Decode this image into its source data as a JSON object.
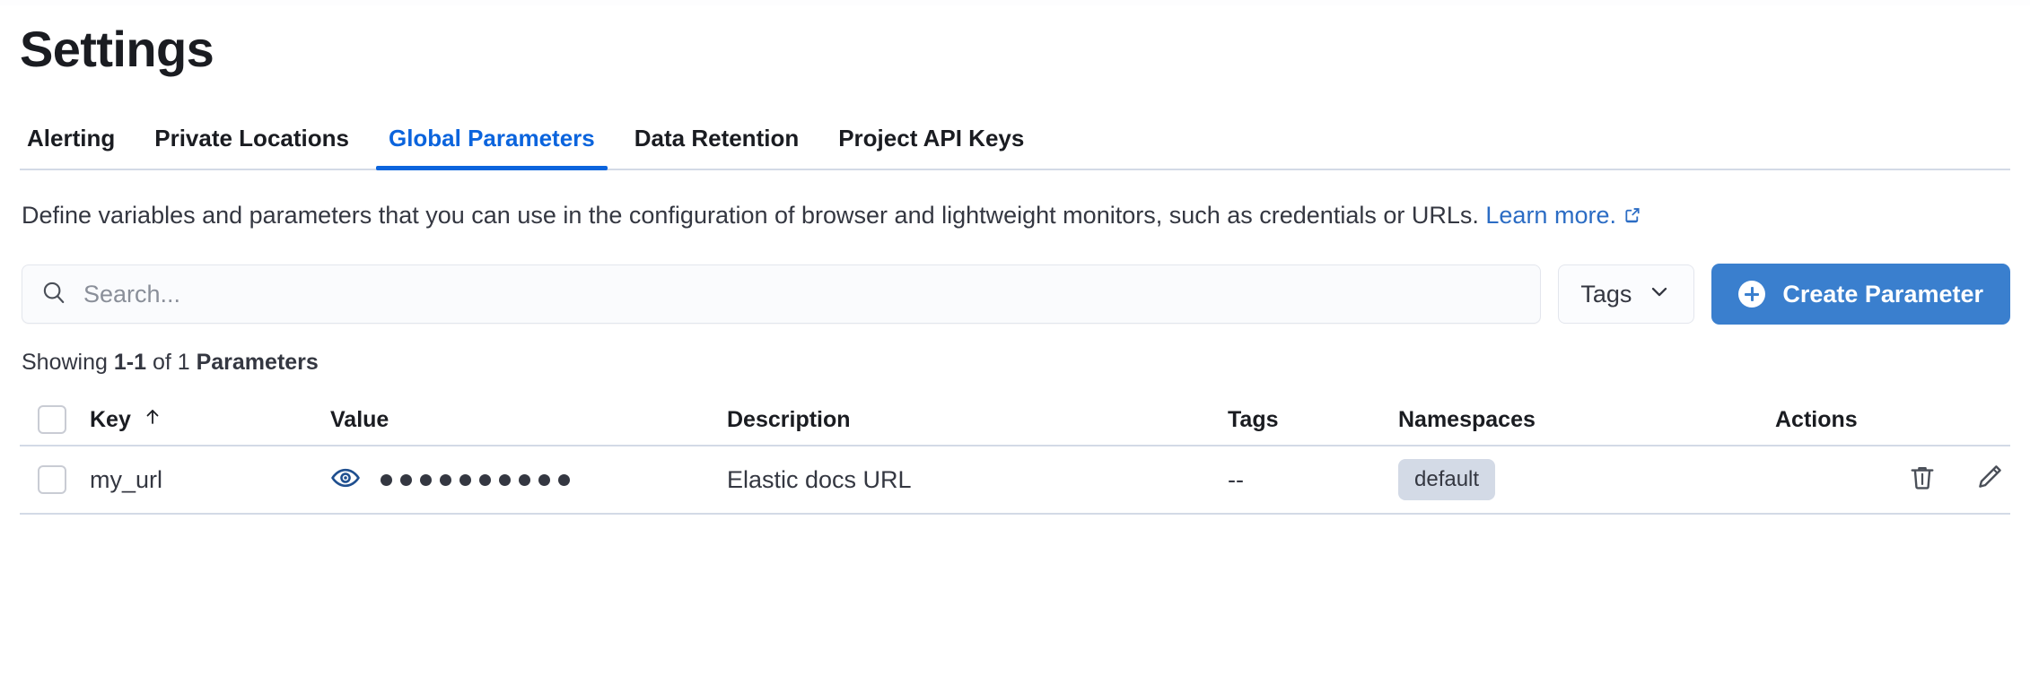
{
  "header": {
    "title": "Settings"
  },
  "tabs": [
    {
      "label": "Alerting",
      "selected": false
    },
    {
      "label": "Private Locations",
      "selected": false
    },
    {
      "label": "Global Parameters",
      "selected": true
    },
    {
      "label": "Data Retention",
      "selected": false
    },
    {
      "label": "Project API Keys",
      "selected": false
    }
  ],
  "description": {
    "text": "Define variables and parameters that you can use in the configuration of browser and lightweight monitors, such as credentials or URLs.",
    "link_text": "Learn more.",
    "link_icon": "external-link-icon"
  },
  "controls": {
    "search": {
      "icon": "search-icon",
      "placeholder": "Search...",
      "value": ""
    },
    "tags_filter": {
      "label": "Tags",
      "icon": "chevron-down-icon"
    },
    "create_button": {
      "label": "Create Parameter",
      "icon": "plus-circle-icon"
    }
  },
  "results": {
    "showing_prefix": "Showing ",
    "range": "1-1",
    "of_text": " of 1 ",
    "entity": "Parameters"
  },
  "table": {
    "columns": [
      {
        "key": "select",
        "label": ""
      },
      {
        "key": "key",
        "label": "Key",
        "sort_icon": "arrow-up-icon"
      },
      {
        "key": "value",
        "label": "Value"
      },
      {
        "key": "description",
        "label": "Description"
      },
      {
        "key": "tags",
        "label": "Tags"
      },
      {
        "key": "namespaces",
        "label": "Namespaces"
      },
      {
        "key": "actions",
        "label": "Actions"
      }
    ],
    "rows": [
      {
        "key": "my_url",
        "value_masked": "••••••••••",
        "value_dot_count": 10,
        "value_reveal_icon": "eye-icon",
        "description": "Elastic docs URL",
        "tags": "--",
        "namespaces": [
          "default"
        ],
        "actions": [
          "trash-icon",
          "pencil-icon"
        ]
      }
    ]
  },
  "colors": {
    "accent_blue": "#0b64dd",
    "button_blue": "#3a7fce",
    "link_blue": "#2b6cc4",
    "eye_blue": "#1f4f8f",
    "border": "#d3dae6",
    "badge_bg": "#d3dae6",
    "text": "#343741"
  }
}
